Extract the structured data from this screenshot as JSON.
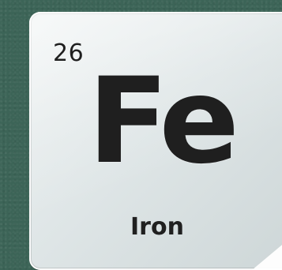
{
  "element": {
    "atomic_number": "26",
    "symbol": "Fe",
    "name": "Iron"
  },
  "colors": {
    "background": "#3c6457",
    "tile": "#dfe6e7",
    "text": "#1f1f1f"
  }
}
